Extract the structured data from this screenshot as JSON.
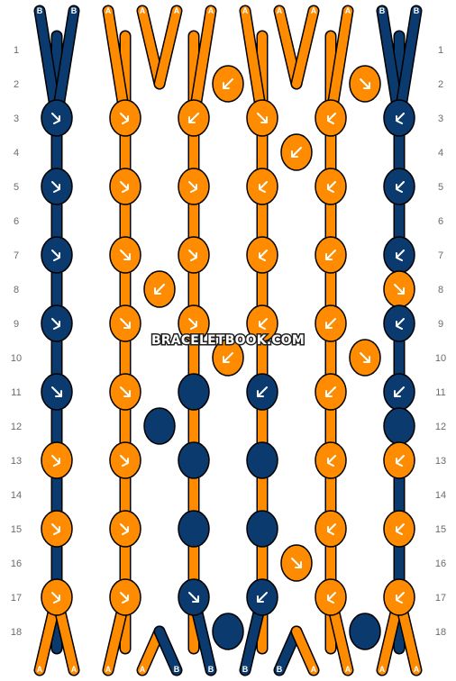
{
  "colors": {
    "A": "#ff8c00",
    "B": "#0b3a6e"
  },
  "watermark": "BRACELETBOOK.COM",
  "strands_top": [
    "B",
    "B",
    "A",
    "A",
    "A",
    "A",
    "A",
    "A",
    "A",
    "A",
    "B",
    "B"
  ],
  "strands_bottom": [
    "A",
    "A",
    "A",
    "A",
    "B",
    "B",
    "B",
    "B",
    "A",
    "A",
    "A",
    "A"
  ],
  "row_numbers": [
    "1",
    "2",
    "3",
    "4",
    "5",
    "6",
    "7",
    "8",
    "9",
    "10",
    "11",
    "12",
    "13",
    "14",
    "15",
    "16",
    "17",
    "18"
  ],
  "knots": [
    {
      "row": 2,
      "pos": 2,
      "color": "A",
      "dir": "backward"
    },
    {
      "row": 2,
      "pos": 4,
      "color": "A",
      "dir": "forward"
    },
    {
      "row": 3,
      "pos": 0,
      "color": "B",
      "dir": "forward-backward"
    },
    {
      "row": 3,
      "pos": 1,
      "color": "A",
      "dir": "forward-backward"
    },
    {
      "row": 3,
      "pos": 2,
      "color": "A",
      "dir": "backward"
    },
    {
      "row": 3,
      "pos": 3,
      "color": "A",
      "dir": "forward"
    },
    {
      "row": 3,
      "pos": 4,
      "color": "A",
      "dir": "backward-forward"
    },
    {
      "row": 3,
      "pos": 5,
      "color": "B",
      "dir": "backward-forward"
    },
    {
      "row": 4,
      "pos": 3,
      "color": "A",
      "dir": "backward"
    },
    {
      "row": 5,
      "pos": 0,
      "color": "B",
      "dir": "forward-backward"
    },
    {
      "row": 5,
      "pos": 1,
      "color": "A",
      "dir": "forward-backward"
    },
    {
      "row": 5,
      "pos": 2,
      "color": "A",
      "dir": "forward-backward"
    },
    {
      "row": 5,
      "pos": 3,
      "color": "A",
      "dir": "backward-forward"
    },
    {
      "row": 5,
      "pos": 4,
      "color": "A",
      "dir": "backward-forward"
    },
    {
      "row": 5,
      "pos": 5,
      "color": "B",
      "dir": "backward-forward"
    },
    {
      "row": 7,
      "pos": 0,
      "color": "B",
      "dir": "forward-backward"
    },
    {
      "row": 7,
      "pos": 1,
      "color": "A",
      "dir": "forward"
    },
    {
      "row": 7,
      "pos": 2,
      "color": "A",
      "dir": "forward-backward"
    },
    {
      "row": 7,
      "pos": 3,
      "color": "A",
      "dir": "backward-forward"
    },
    {
      "row": 7,
      "pos": 4,
      "color": "A",
      "dir": "backward"
    },
    {
      "row": 7,
      "pos": 5,
      "color": "B",
      "dir": "backward-forward"
    },
    {
      "row": 8,
      "pos": 1,
      "color": "A",
      "dir": "backward"
    },
    {
      "row": 8,
      "pos": 5,
      "color": "A",
      "dir": "forward"
    },
    {
      "row": 9,
      "pos": 0,
      "color": "B",
      "dir": "forward-backward"
    },
    {
      "row": 9,
      "pos": 1,
      "color": "A",
      "dir": "forward"
    },
    {
      "row": 9,
      "pos": 2,
      "color": "A",
      "dir": "forward-backward"
    },
    {
      "row": 9,
      "pos": 3,
      "color": "A",
      "dir": "backward-forward"
    },
    {
      "row": 9,
      "pos": 4,
      "color": "A",
      "dir": "backward"
    },
    {
      "row": 9,
      "pos": 5,
      "color": "B",
      "dir": "backward-forward"
    },
    {
      "row": 10,
      "pos": 2,
      "color": "A",
      "dir": "backward"
    },
    {
      "row": 10,
      "pos": 4,
      "color": "A",
      "dir": "forward"
    },
    {
      "row": 11,
      "pos": 0,
      "color": "B",
      "dir": "forward"
    },
    {
      "row": 11,
      "pos": 1,
      "color": "A",
      "dir": "forward"
    },
    {
      "row": 11,
      "pos": 2,
      "color": "B",
      "dir": "none"
    },
    {
      "row": 11,
      "pos": 3,
      "color": "B",
      "dir": "backward"
    },
    {
      "row": 11,
      "pos": 4,
      "color": "A",
      "dir": "backward"
    },
    {
      "row": 11,
      "pos": 5,
      "color": "B",
      "dir": "backward"
    },
    {
      "row": 12,
      "pos": 1,
      "color": "B",
      "dir": "none"
    },
    {
      "row": 12,
      "pos": 5,
      "color": "B",
      "dir": "none"
    },
    {
      "row": 13,
      "pos": 0,
      "color": "A",
      "dir": "forward-backward"
    },
    {
      "row": 13,
      "pos": 1,
      "color": "A",
      "dir": "forward-backward"
    },
    {
      "row": 13,
      "pos": 2,
      "color": "B",
      "dir": "none"
    },
    {
      "row": 13,
      "pos": 3,
      "color": "B",
      "dir": "none"
    },
    {
      "row": 13,
      "pos": 4,
      "color": "A",
      "dir": "backward-forward"
    },
    {
      "row": 13,
      "pos": 5,
      "color": "A",
      "dir": "backward-forward"
    },
    {
      "row": 15,
      "pos": 0,
      "color": "A",
      "dir": "forward-backward"
    },
    {
      "row": 15,
      "pos": 1,
      "color": "A",
      "dir": "forward-backward"
    },
    {
      "row": 15,
      "pos": 2,
      "color": "B",
      "dir": "none"
    },
    {
      "row": 15,
      "pos": 3,
      "color": "B",
      "dir": "none"
    },
    {
      "row": 15,
      "pos": 4,
      "color": "A",
      "dir": "backward-forward"
    },
    {
      "row": 15,
      "pos": 5,
      "color": "A",
      "dir": "backward-forward"
    },
    {
      "row": 16,
      "pos": 3,
      "color": "A",
      "dir": "forward"
    },
    {
      "row": 17,
      "pos": 0,
      "color": "A",
      "dir": "forward-backward"
    },
    {
      "row": 17,
      "pos": 1,
      "color": "A",
      "dir": "forward-backward"
    },
    {
      "row": 17,
      "pos": 2,
      "color": "B",
      "dir": "forward"
    },
    {
      "row": 17,
      "pos": 3,
      "color": "B",
      "dir": "backward"
    },
    {
      "row": 17,
      "pos": 4,
      "color": "A",
      "dir": "backward-forward"
    },
    {
      "row": 17,
      "pos": 5,
      "color": "A",
      "dir": "backward-forward"
    },
    {
      "row": 18,
      "pos": 2,
      "color": "B",
      "dir": "none"
    },
    {
      "row": 18,
      "pos": 4,
      "color": "B",
      "dir": "none"
    }
  ]
}
